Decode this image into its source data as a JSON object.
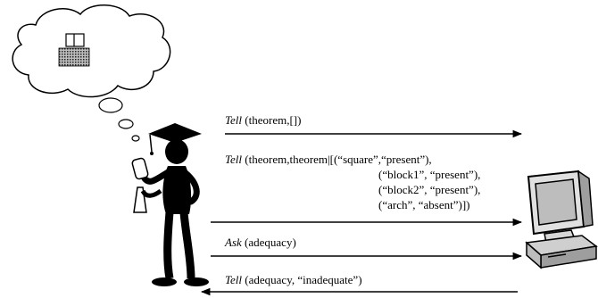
{
  "messages": [
    {
      "verb": "Tell",
      "args": " (theorem,[])",
      "direction": "to-computer"
    },
    {
      "verb": "Tell",
      "args": " (theorem,theorem|[(“square”,“present”),",
      "direction": "to-computer",
      "continuation": [
        "(“block1”, “present”),",
        "(“block2”, “present”),",
        "(“arch”, “absent”)])"
      ]
    },
    {
      "verb": "Ask",
      "args": " (adequacy)",
      "direction": "to-computer"
    },
    {
      "verb": "Tell",
      "args": " (adequacy, “inadequate”)",
      "direction": "to-person"
    }
  ],
  "icons": {
    "thought": "thought-cloud-icon",
    "thought_content": "arch-blocks-icon",
    "person": "graduate-person-icon",
    "computer": "computer-icon"
  }
}
